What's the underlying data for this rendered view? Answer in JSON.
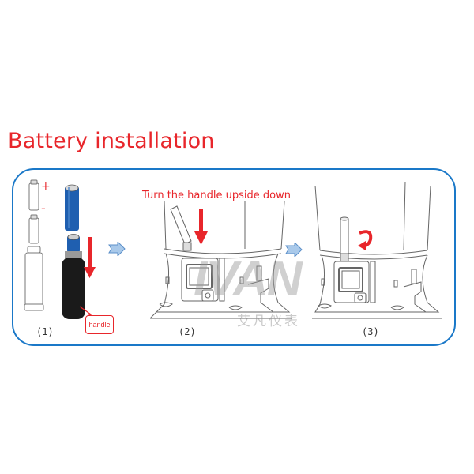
{
  "title": "Battery installation",
  "colors": {
    "title": "#e8262b",
    "frame": "#1a78c8",
    "arrow_red": "#e8262b",
    "battery_blue": "#1f5fb0",
    "step_arrow": "#a9c9ea"
  },
  "steps": [
    {
      "label": "(1)",
      "annotation": "handle",
      "polarity_plus": "+",
      "polarity_minus": "-"
    },
    {
      "label": "(2)",
      "caption": "Turn the handle upside down"
    },
    {
      "label": "(3)"
    }
  ],
  "watermark": {
    "text": "IVAN",
    "subtext": "艾凡仪表"
  },
  "icons": [
    "down-arrow-icon",
    "next-step-arrow-icon",
    "rotate-arrow-icon"
  ]
}
